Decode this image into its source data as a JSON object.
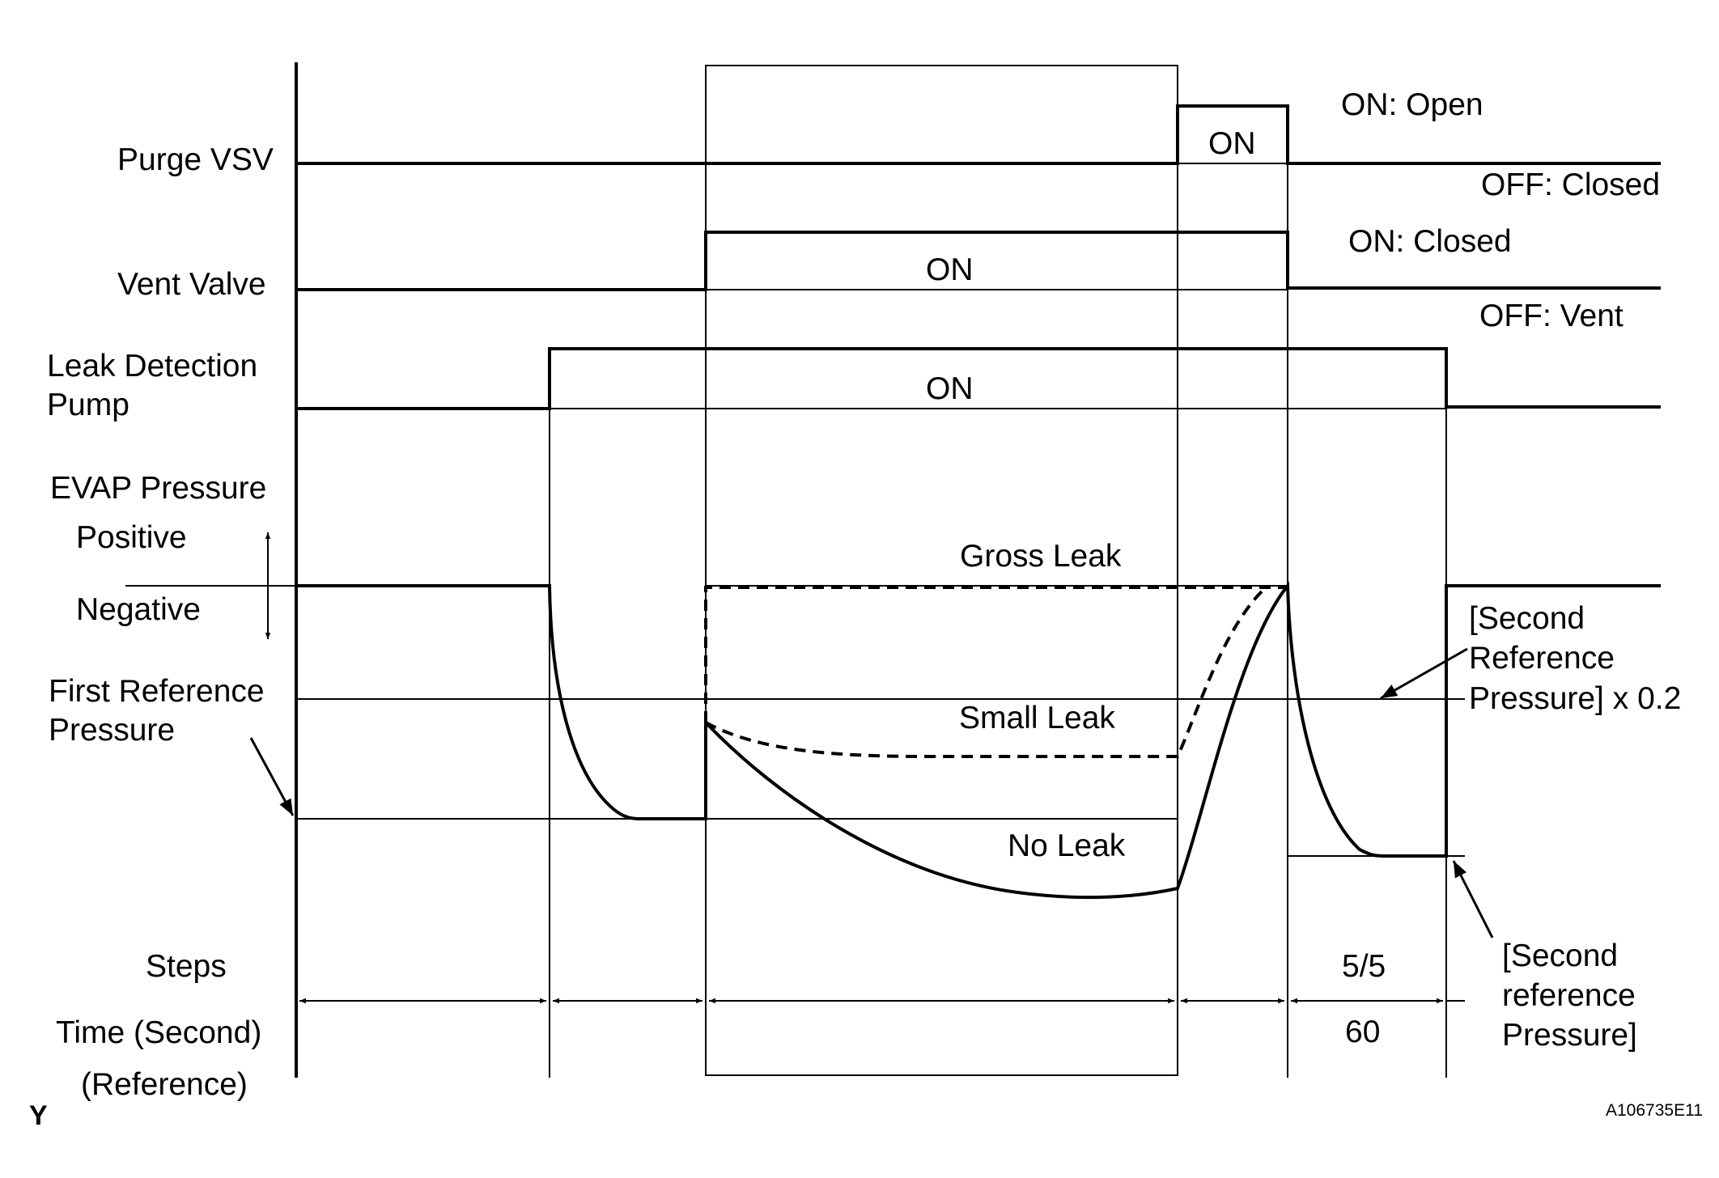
{
  "rows": {
    "purge_vsv": "Purge VSV",
    "vent_valve": "Vent Valve",
    "pump_line1": "Leak Detection",
    "pump_line2": "Pump",
    "evap": "EVAP Pressure",
    "positive": "Positive",
    "negative": "Negative",
    "first_ref_line1": "First Reference",
    "first_ref_line2": "Pressure",
    "steps": "Steps",
    "time": "Time (Second)",
    "reference": "(Reference)"
  },
  "states": {
    "purge_on_box": "ON",
    "purge_on_desc": "ON: Open",
    "purge_off_desc": "OFF: Closed",
    "vent_on_box": "ON",
    "vent_on_desc": "ON: Closed",
    "vent_off_desc": "OFF: Vent",
    "pump_on_box": "ON"
  },
  "curves": {
    "gross_leak": "Gross Leak",
    "small_leak": "Small Leak",
    "no_leak": "No Leak"
  },
  "annotations": {
    "second_ref_x02_line1": "[Second",
    "second_ref_x02_line2": "Reference",
    "second_ref_x02_line3": "Pressure] x 0.2",
    "second_ref_line1": "[Second",
    "second_ref_line2": "reference",
    "second_ref_line3": "Pressure]"
  },
  "steps_value": "5/5",
  "time_value": "60",
  "corner_letter": "Y",
  "figure_id": "A106735E11"
}
